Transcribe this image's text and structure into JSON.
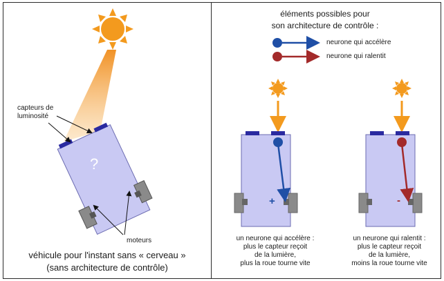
{
  "left_panel": {
    "sensor_label_line1": "capteurs de",
    "sensor_label_line2": "luminosité",
    "body_symbol": "?",
    "motors_label": "moteurs",
    "caption_line1": "véhicule pour l'instant sans « cerveau »",
    "caption_line2": "(sans architecture de contrôle)"
  },
  "right_panel": {
    "title_line1": "éléments possibles pour",
    "title_line2": "son architecture de contrôle :",
    "legend": [
      {
        "label": "neurone qui accélère",
        "color": "#1f4fa6",
        "icon": "accelerating-neuron-icon"
      },
      {
        "label": "neurone qui ralentit",
        "color": "#a32a2a",
        "icon": "slowing-neuron-icon"
      }
    ],
    "vehicle_accel": {
      "sign": "+",
      "caption": [
        "un neurone qui accélère :",
        "plus le capteur reçoit",
        "de la lumière,",
        "plus la roue tourne vite"
      ]
    },
    "vehicle_slow": {
      "sign": "-",
      "caption": [
        "un neurone qui ralentit :",
        "plus le capteur reçoit",
        "de la lumière,",
        "moins la roue tourne vite"
      ]
    }
  },
  "colors": {
    "sun": "#f39a1e",
    "light_beam": "#f6b25a",
    "vehicle_body": "#c9c9f3",
    "vehicle_border": "#6b6bb0",
    "sensor": "#2a2aa0",
    "wheel": "#8a8a8a",
    "accelerate": "#1f4fa6",
    "slow": "#a32a2a"
  }
}
